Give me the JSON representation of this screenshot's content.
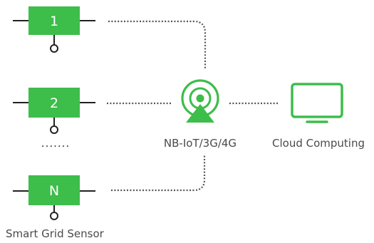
{
  "sensors": [
    {
      "label": "1"
    },
    {
      "label": "2"
    },
    {
      "label": "N"
    }
  ],
  "ellipsis": ".......",
  "sensor_caption": "Smart Grid Sensor",
  "gateway_caption": "NB-IoT/3G/4G",
  "cloud_caption": "Cloud Computing",
  "colors": {
    "accent": "#3dbd4a",
    "wire": "#222222",
    "dots": "#555555",
    "caption": "#4a4a4a"
  },
  "icons": {
    "gateway": "antenna-tower-icon",
    "cloud": "monitor-icon",
    "sensor_terminal": "terminal-circle-icon"
  }
}
